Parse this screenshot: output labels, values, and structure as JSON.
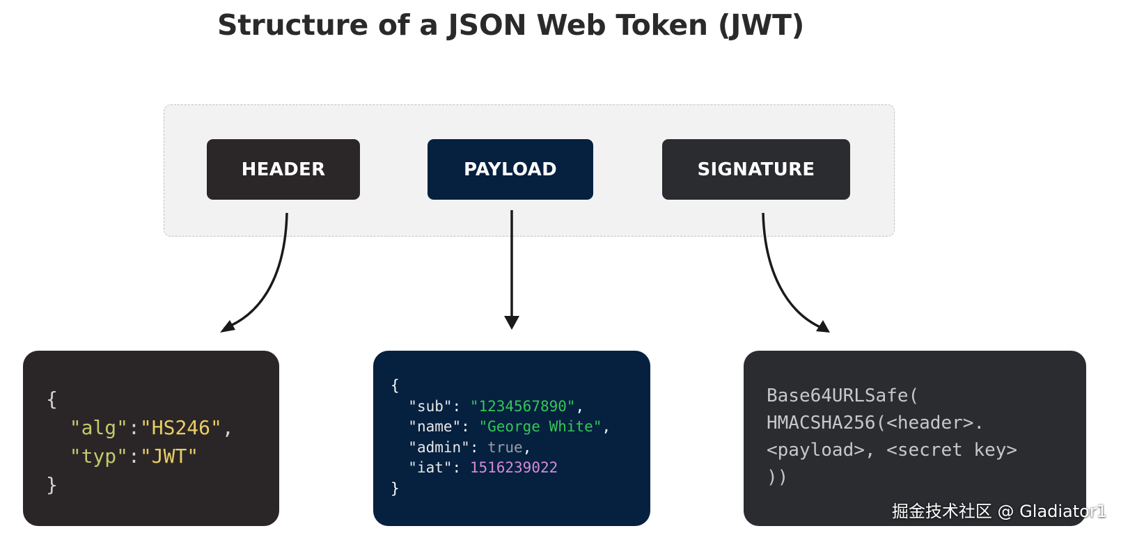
{
  "title": "Structure of a JSON Web Token (JWT)",
  "parts": {
    "header": {
      "label": "HEADER",
      "color": "#2b2728"
    },
    "payload": {
      "label": "PAYLOAD",
      "color": "#06203f"
    },
    "signature": {
      "label": "SIGNATURE",
      "color": "#2b2c30"
    }
  },
  "header_code": {
    "open": "{",
    "alg_key": "\"alg\"",
    "alg_value": "\"HS246\"",
    "typ_key": "\"typ\"",
    "typ_value": "\"JWT\"",
    "close": "}"
  },
  "payload_code": {
    "open": "{",
    "sub_key": "\"sub\"",
    "sub_value": "\"1234567890\"",
    "name_key": "\"name\"",
    "name_value": "\"George White\"",
    "admin_key": "\"admin\"",
    "admin_value": "true",
    "iat_key": "\"iat\"",
    "iat_value": "1516239022",
    "close": "}"
  },
  "signature_code": {
    "line1": "Base64URLSafe(",
    "line2": "HMACSHA256(<header>.",
    "line3": "<payload>, <secret key>",
    "line4": "))"
  },
  "watermark": "掘金技术社区 @ Gladiator1"
}
